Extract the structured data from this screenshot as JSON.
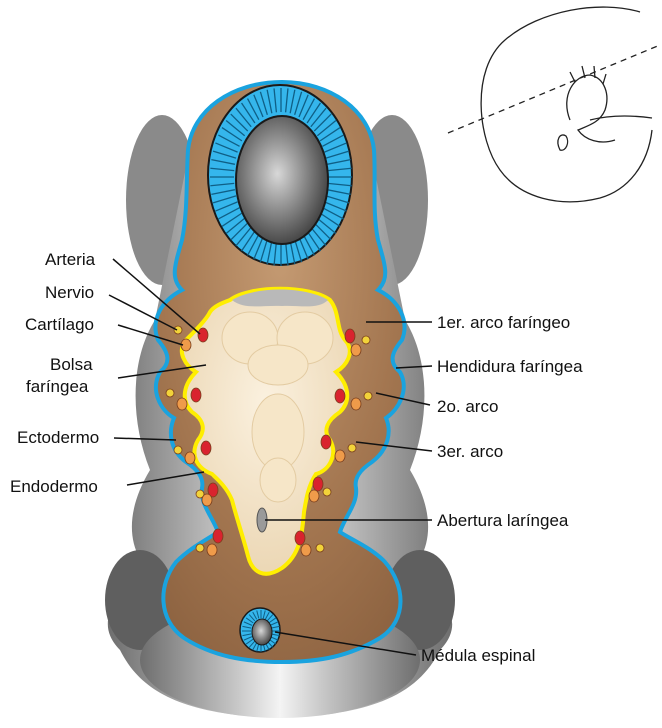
{
  "labels": {
    "arteria": "Arteria",
    "nervio": "Nervio",
    "cartilago": "Cartílago",
    "bolsa_line1": "Bolsa",
    "bolsa_line2": "faríngea",
    "ectodermo": "Ectodermo",
    "endodermo": "Endodermo",
    "arco1": "1er. arco faríngeo",
    "hendidura": "Hendidura faríngea",
    "arco2": "2o. arco",
    "arco3": "3er. arco",
    "abertura": "Abertura laríngea",
    "medula": "Médula espinal"
  },
  "colors": {
    "mesenchyme": "#a87a52",
    "ectoderm_outline": "#1aa3df",
    "endoderm_outline": "#ffee00",
    "pharynx_fill": "#efdcbc",
    "artery": "#d9232e",
    "nerve": "#f2d33a",
    "cartilage": "#ef9b4a",
    "neural_tube": "#35b6ec"
  }
}
